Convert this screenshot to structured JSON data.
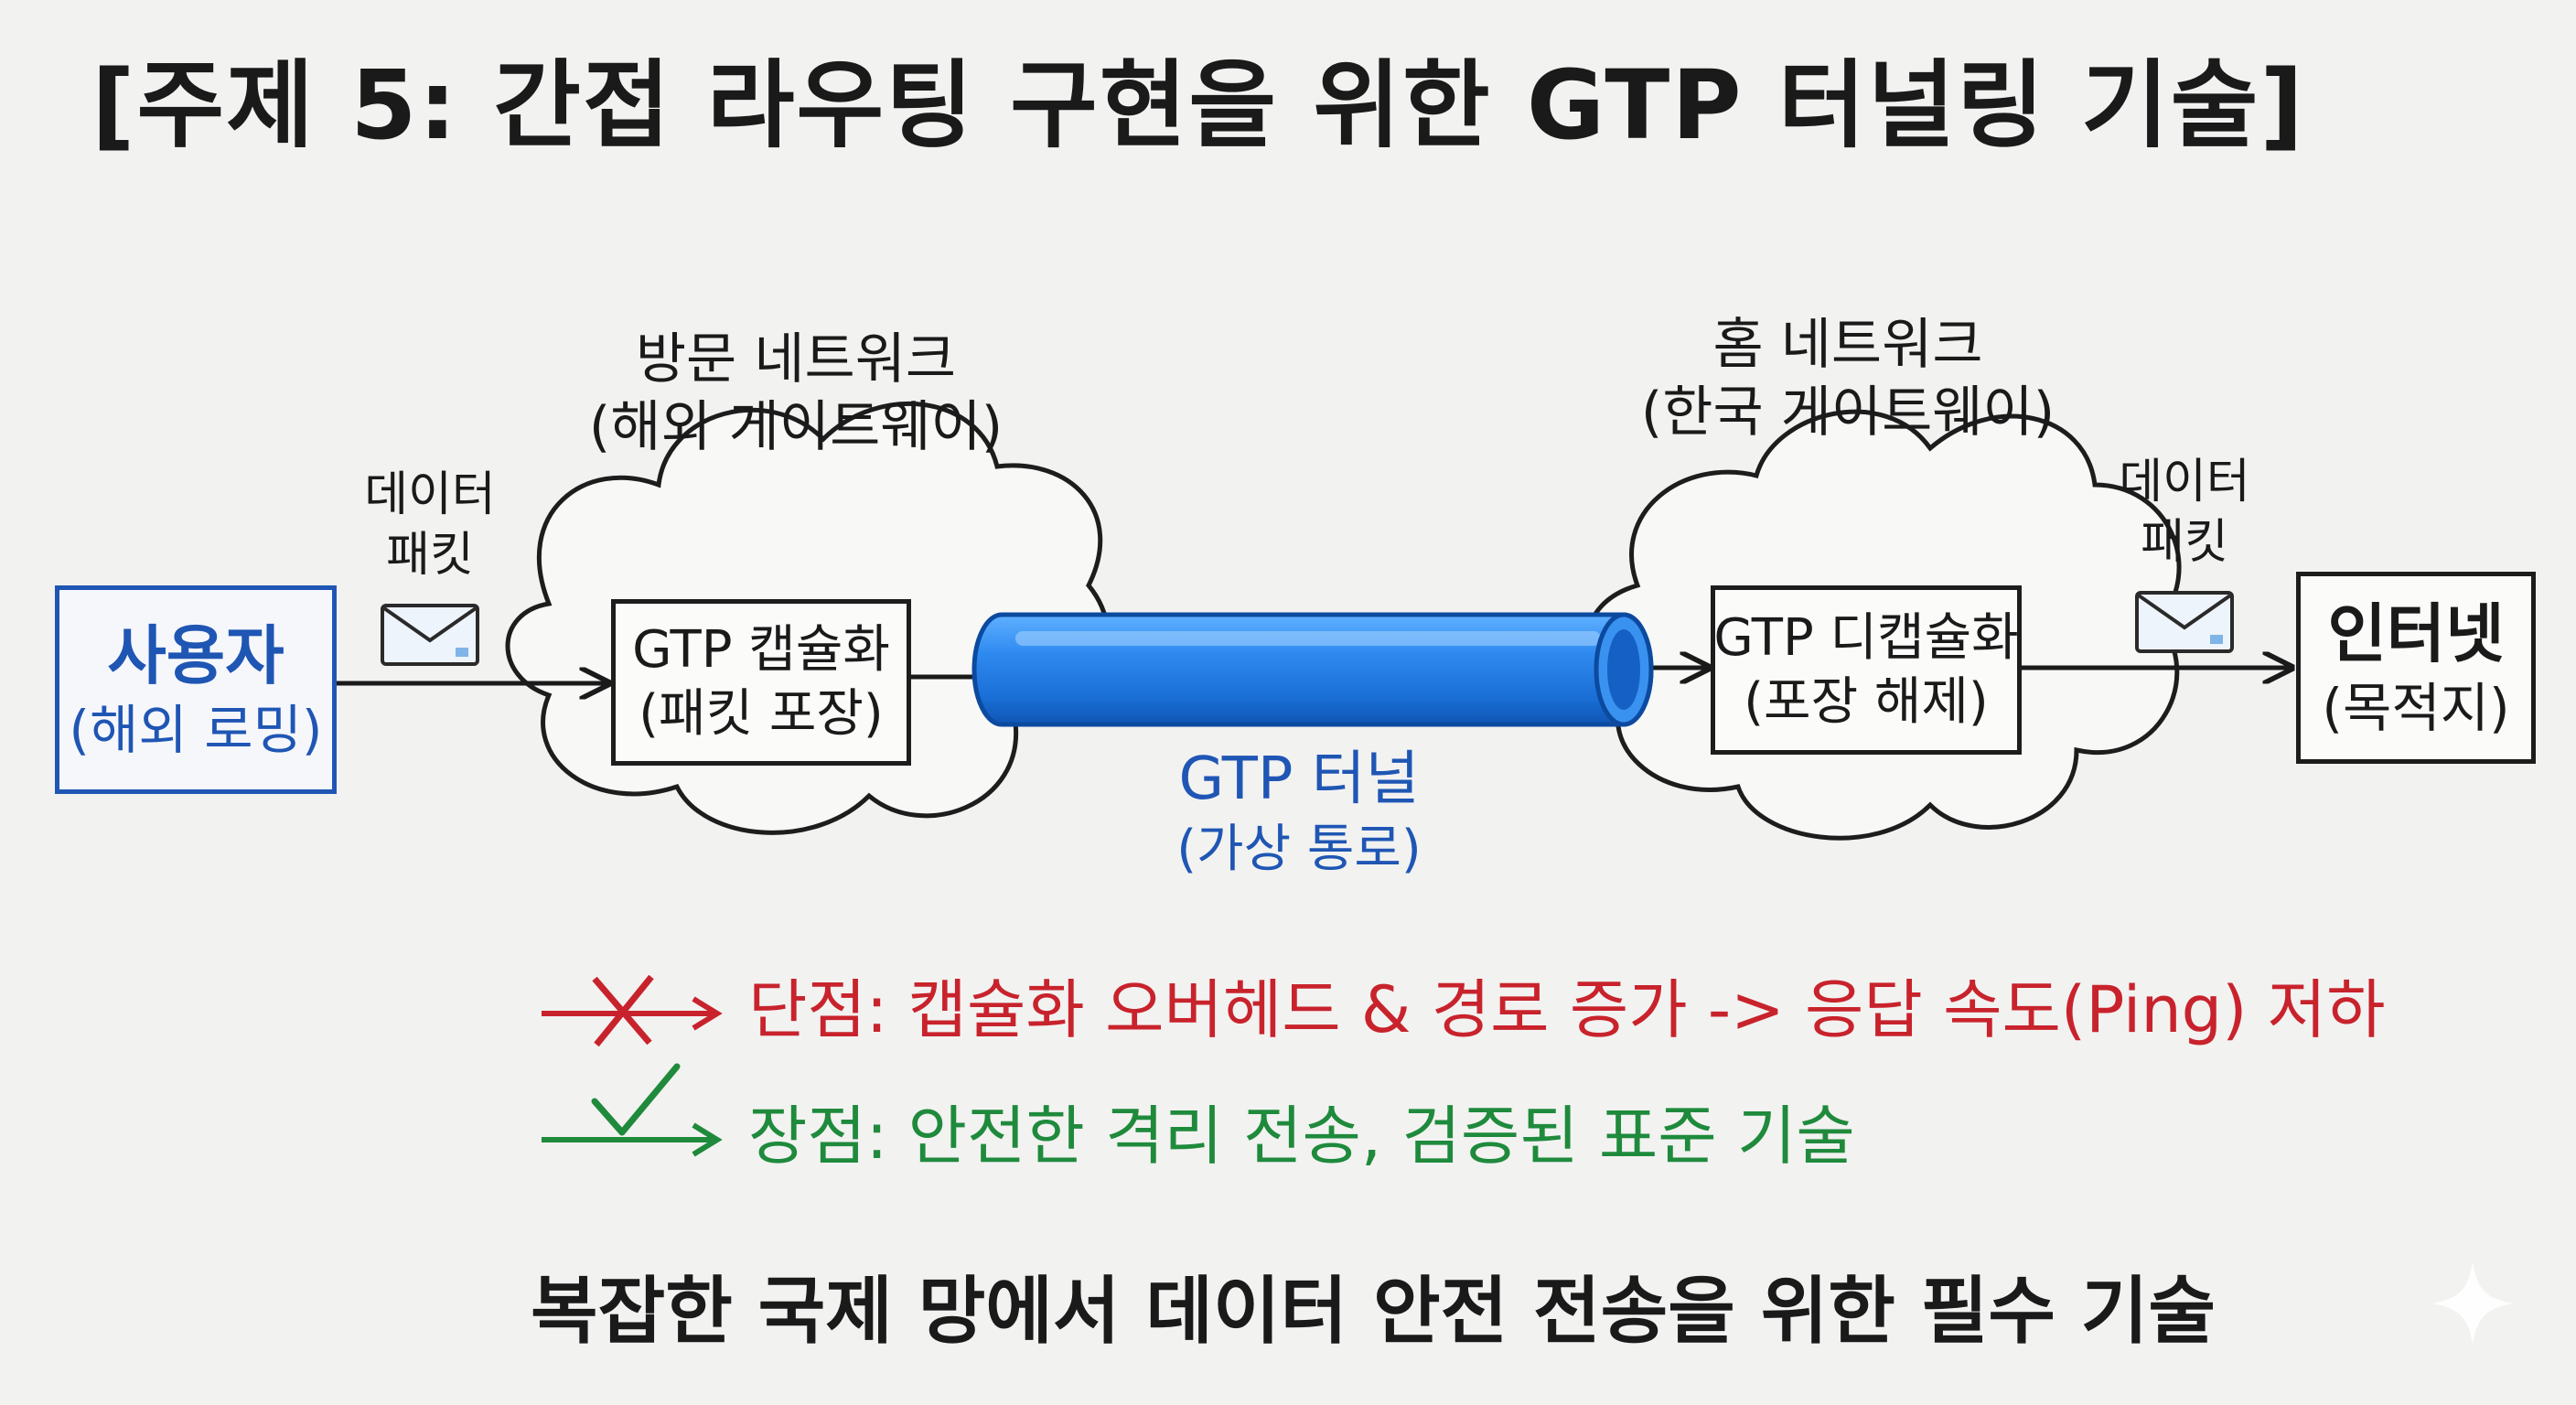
{
  "title": "[주제 5: 간접 라우팅 구현을 위한 GTP 터널링 기술]",
  "visited_network": {
    "label": "방문 네트워크",
    "sublabel": "(해외 게이트웨이)",
    "process_line1": "GTP 캡슐화",
    "process_line2": "(패킷 포장)"
  },
  "home_network": {
    "label": "홈 네트워크",
    "sublabel": "(한국 게이트웨이)",
    "process_line1": "GTP 디캡슐화",
    "process_line2": "(포장 해제)"
  },
  "user": {
    "line1": "사용자",
    "line2": "(해외 로밍)"
  },
  "internet": {
    "line1": "인터넷",
    "line2": "(목적지)"
  },
  "packet_left": {
    "line1": "데이터",
    "line2": "패킷",
    "icon": "envelope-icon"
  },
  "packet_right": {
    "line1": "데이터",
    "line2": "패킷",
    "icon": "envelope-icon"
  },
  "tunnel": {
    "line1": "GTP 터널",
    "line2": "(가상 통로)"
  },
  "cons": {
    "text": "단점: 캡슐화 오버헤드 & 경로 증가 -> 응답 속도(Ping) 저하",
    "icon": "x-mark-icon"
  },
  "pros": {
    "text": "장점: 안전한 격리 전송, 검증된 표준 기술",
    "icon": "check-mark-icon"
  },
  "footer": "복잡한 국제 망에서 데이터 안전 전송을 위한 필수 기술",
  "colors": {
    "accent_blue": "#1f56b4",
    "tunnel_blue": "#1e7be0",
    "con_red": "#c8232c",
    "pro_green": "#1f8a3c",
    "ink": "#1a1a1a",
    "background": "#f2f2f1"
  }
}
